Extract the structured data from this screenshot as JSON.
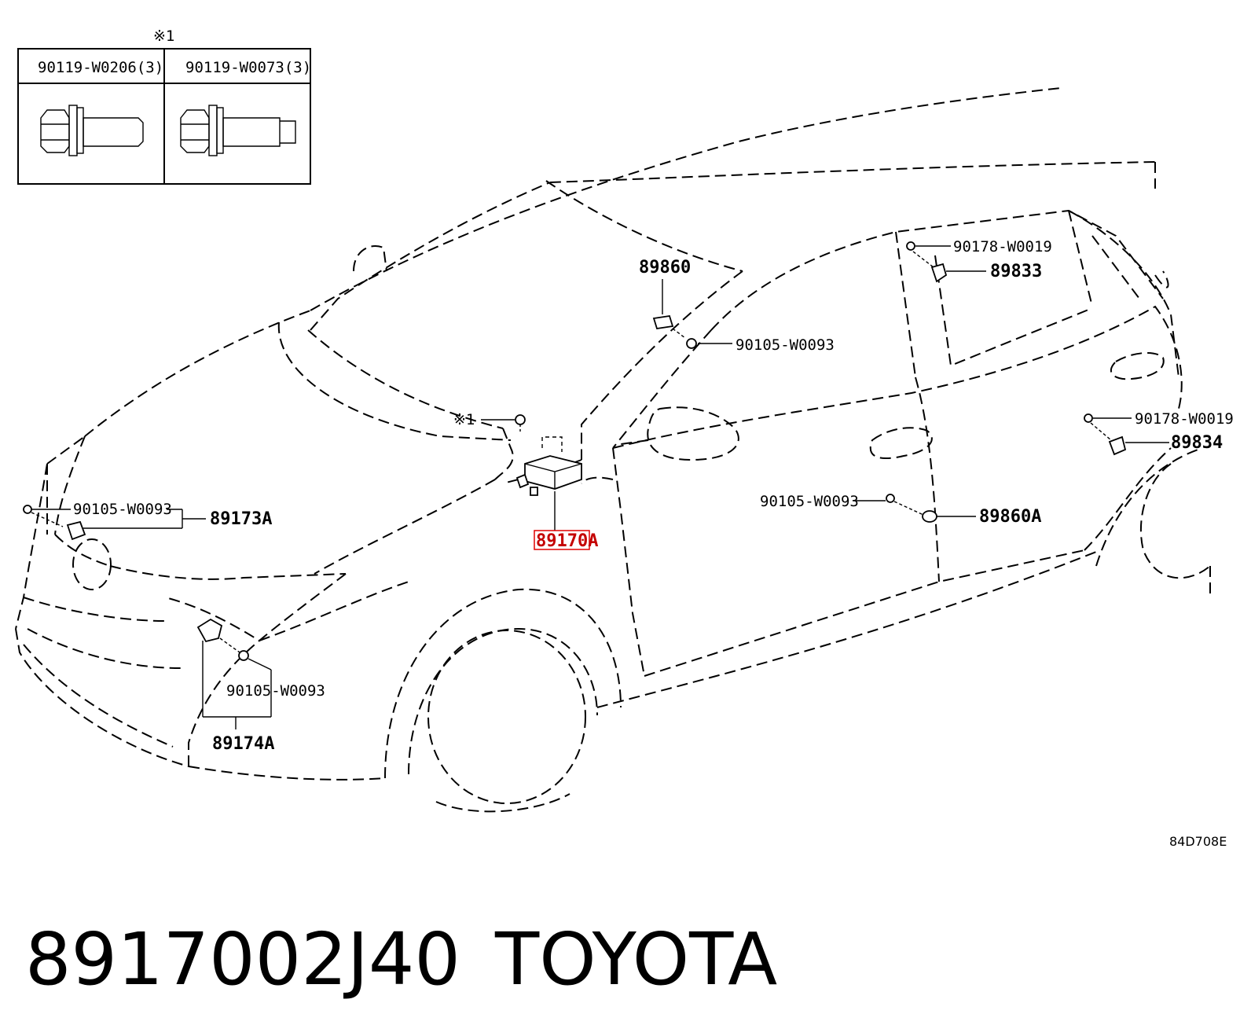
{
  "inset": {
    "marker": "※1",
    "bolts": [
      {
        "part": "90119-W0206(3)"
      },
      {
        "part": "90119-W0073(3)"
      }
    ]
  },
  "labels": {
    "p89860": "89860",
    "p90105_top": "90105-W0093",
    "p90178_top": "90178-W0019",
    "p89833": "89833",
    "p90178_right": "90178-W0019",
    "p89834": "89834",
    "p90105_door": "90105-W0093",
    "p89860A": "89860A",
    "marker1": "※1",
    "p90105_left": "90105-W0093",
    "p89173A": "89173A",
    "p89170A": "89170A",
    "p90105_bottom": "90105-W0093",
    "p89174A": "89174A"
  },
  "ref_code": "84D708E",
  "footer": {
    "part_number": "8917002J40",
    "brand": "TOYOTA"
  },
  "highlight_color": "#e00000"
}
